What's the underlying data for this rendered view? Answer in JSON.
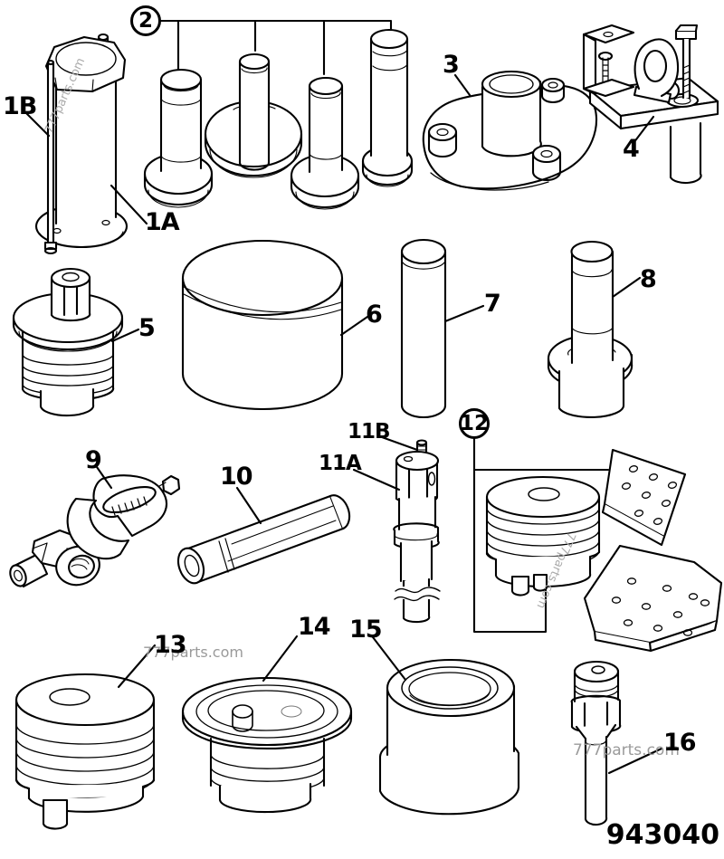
{
  "document": {
    "part_number": "943040"
  },
  "brand": {
    "watermark": "777parts.com"
  },
  "callouts": {
    "c1a": "1A",
    "c1b": "1B",
    "c2": "2",
    "c3": "3",
    "c4": "4",
    "c5": "5",
    "c6": "6",
    "c7": "7",
    "c8": "8",
    "c9": "9",
    "c10": "10",
    "c11a": "11A",
    "c11b": "11B",
    "c12": "12",
    "c13": "13",
    "c14": "14",
    "c15": "15",
    "c16": "16"
  }
}
